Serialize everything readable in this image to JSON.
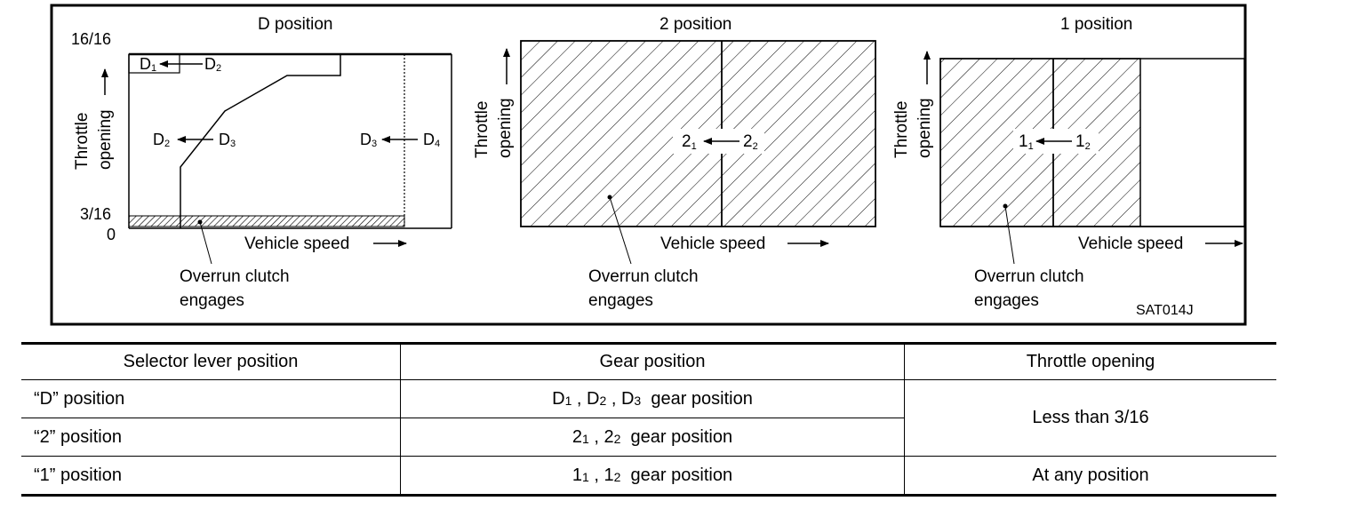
{
  "figure_id": "SAT014J",
  "panel_d": {
    "title": "D position",
    "y_top": "16/16",
    "y_mid": "3/16",
    "y_zero": "0",
    "ylabel_1": "Throttle",
    "ylabel_2": "opening",
    "xlabel": "Vehicle speed",
    "callout_1": "Overrun clutch",
    "callout_2": "engages",
    "labels": {
      "d1": "D",
      "d1_sub": "1",
      "d2a": "D",
      "d2a_sub": "2",
      "d2b": "D",
      "d2b_sub": "2",
      "d3a": "D",
      "d3a_sub": "3",
      "d3b": "D",
      "d3b_sub": "3",
      "d4": "D",
      "d4_sub": "4"
    }
  },
  "panel_2": {
    "title": "2 position",
    "ylabel_1": "Throttle",
    "ylabel_2": "opening",
    "xlabel": "Vehicle speed",
    "callout_1": "Overrun clutch",
    "callout_2": "engages",
    "left_gear": "2",
    "left_sub": "1",
    "right_gear": "2",
    "right_sub": "2"
  },
  "panel_1": {
    "title": "1 position",
    "ylabel_1": "Throttle",
    "ylabel_2": "opening",
    "xlabel": "Vehicle speed",
    "callout_1": "Overrun clutch",
    "callout_2": "engages",
    "left_gear": "1",
    "left_sub": "1",
    "right_gear": "1",
    "right_sub": "2"
  },
  "table": {
    "headers": [
      "Selector lever position",
      "Gear position",
      "Throttle opening"
    ],
    "rows": [
      {
        "selector": "“D” position",
        "g1": "D",
        "g1s": "1",
        "sep1": " , ",
        "g2": "D",
        "g2s": "2",
        "sep2": " , ",
        "g3": "D",
        "g3s": "3",
        "tail": "  gear position",
        "throttle": "Less than 3/16"
      },
      {
        "selector": "“2” position",
        "g1": "2",
        "g1s": "1",
        "sep1": " , ",
        "g2": "2",
        "g2s": "2",
        "tail": "  gear position"
      },
      {
        "selector": "“1” position",
        "g1": "1",
        "g1s": "1",
        "sep1": " , ",
        "g2": "1",
        "g2s": "2",
        "tail": "  gear position",
        "throttle": "At any position"
      }
    ]
  }
}
